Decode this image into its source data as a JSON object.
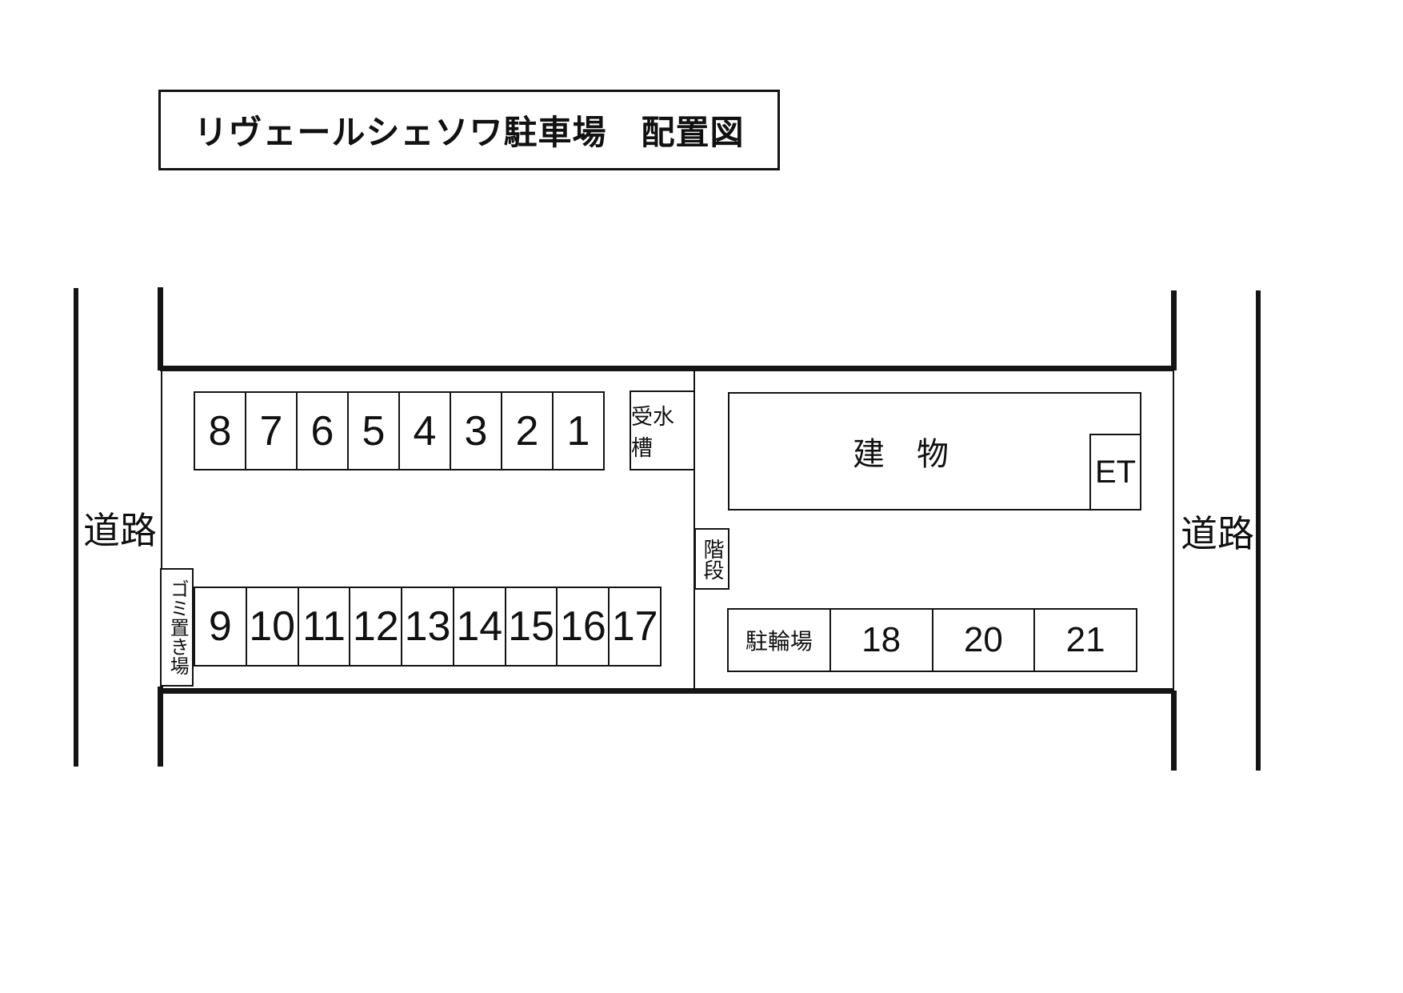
{
  "title": "リヴェールシェソワ駐車場　配置図",
  "colors": {
    "line": "#141414",
    "background": "#ffffff"
  },
  "roads": {
    "left_label": "道路",
    "right_label": "道路"
  },
  "facilities": {
    "water_tank": "受水槽",
    "building": "建　物",
    "elevator": "ET",
    "stairs": "階段",
    "garbage_area": "ゴミ置き場",
    "bicycle_parking": "駐輪場"
  },
  "parking": {
    "row_top": {
      "labels": [
        "8",
        "7",
        "6",
        "5",
        "4",
        "3",
        "2",
        "1"
      ]
    },
    "row_bottom": {
      "labels": [
        "9",
        "10",
        "11",
        "12",
        "13",
        "14",
        "15",
        "16",
        "17"
      ]
    },
    "row_right": {
      "labels": [
        "18",
        "20",
        "21"
      ]
    }
  }
}
